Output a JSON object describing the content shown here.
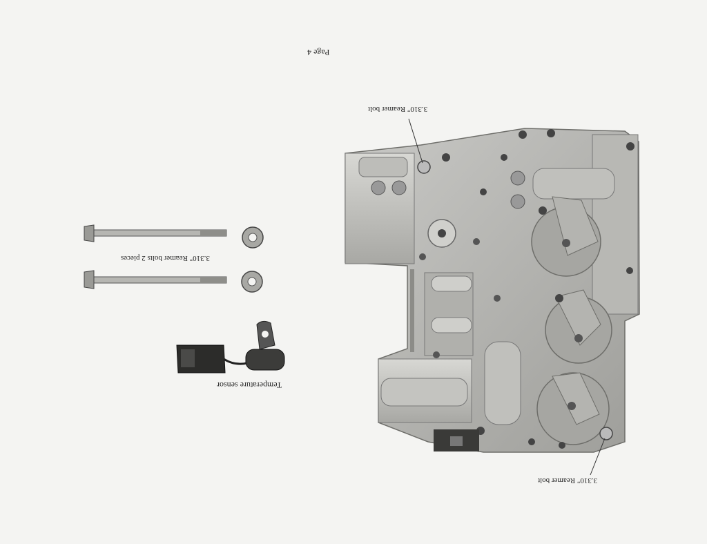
{
  "page": {
    "page_number": "Page 4",
    "labels": {
      "reamer_bolt_top": "3.310\" Reamer bolt",
      "reamer_bolt_bottom": "3.310\" Reamer bolt",
      "reamer_bolts_pair": "3.310\" Reamer bolts  2 pieces",
      "temperature_sensor": "Temperature sensor"
    }
  }
}
